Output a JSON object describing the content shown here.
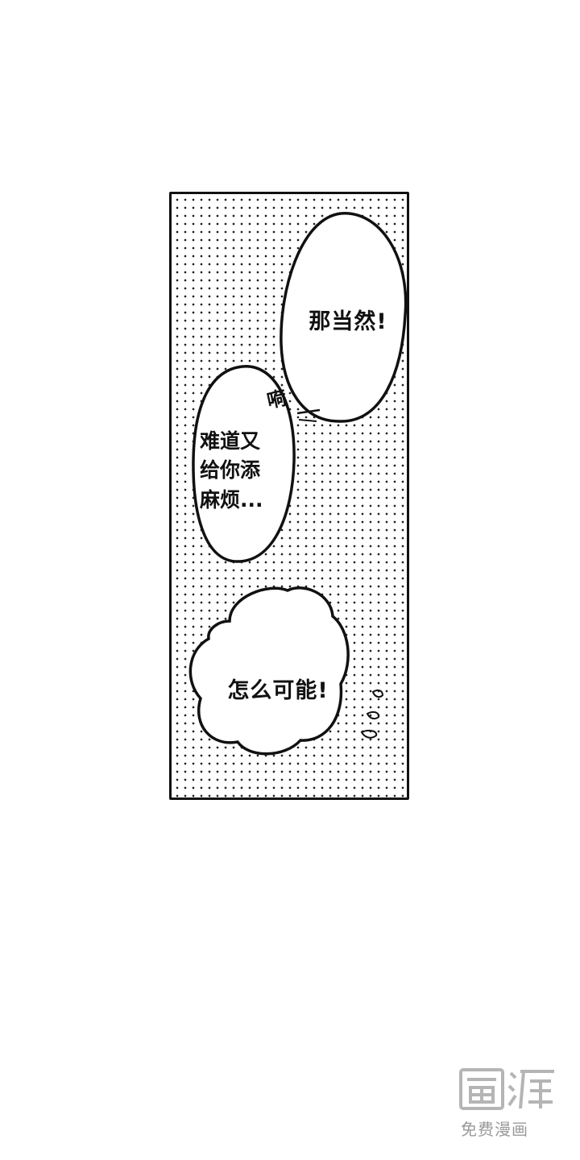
{
  "panel": {
    "bubbles": [
      {
        "text": "那当然!"
      },
      {
        "text": "难道又\n给你添\n麻烦..."
      },
      {
        "text": "怎么可能!"
      }
    ],
    "sfx": "嗬"
  },
  "watermark": {
    "logo_text": "画涯",
    "caption": "免费漫画"
  },
  "colors": {
    "ink": "#111111",
    "paper": "#ffffff",
    "watermark_gray": "#9a9a9a"
  }
}
